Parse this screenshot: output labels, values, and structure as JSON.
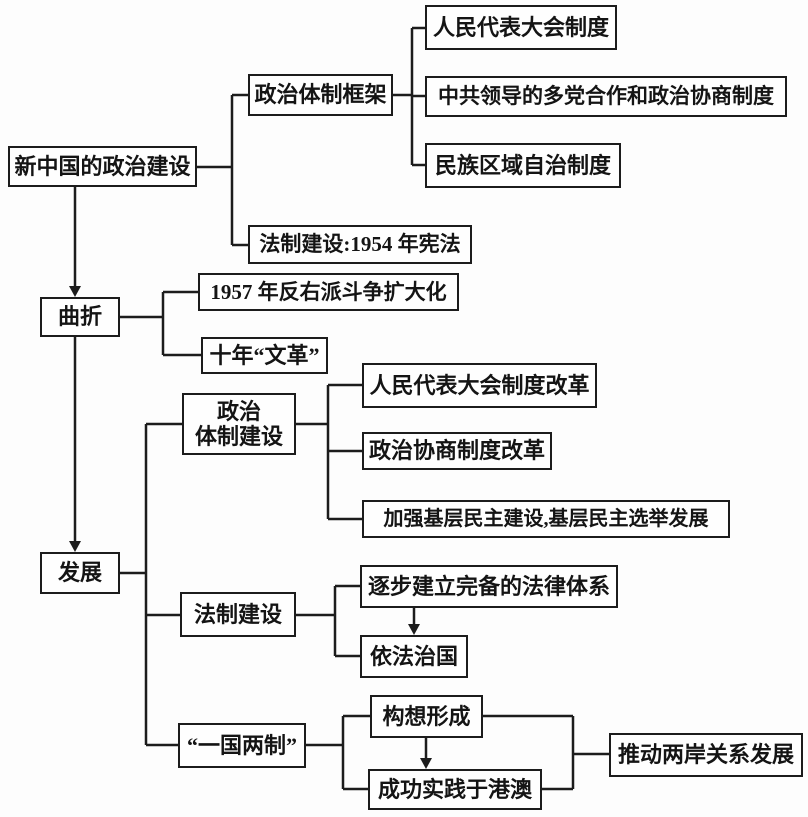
{
  "diagram_type": "flowchart-knowledge-map",
  "colors": {
    "line": "#1c1c1c",
    "box_border": "#1c1c1c",
    "box_fill": "#fefefe",
    "text": "#141414",
    "background": "#fdfdfd"
  },
  "nodes": {
    "root": {
      "label": "新中国的政治建设"
    },
    "framework": {
      "label": "政治体制框架"
    },
    "npc_system": {
      "label": "人民代表大会制度"
    },
    "multiparty": {
      "label": "中共领导的多党合作和政治协商制度"
    },
    "ethnic_autonomy": {
      "label": "民族区域自治制度"
    },
    "legal_1954": {
      "label": "法制建设:1954 年宪法"
    },
    "twists": {
      "label": "曲折"
    },
    "anti_rightist": {
      "label": "1957 年反右派斗争扩大化"
    },
    "cultural_revolution": {
      "label": "十年“文革”"
    },
    "development": {
      "label": "发展"
    },
    "political_system_dev": {
      "line1": "政治",
      "line2": "体制建设"
    },
    "npc_reform": {
      "label": "人民代表大会制度改革"
    },
    "cppcc_reform": {
      "label": "政治协商制度改革"
    },
    "grassroots_democracy": {
      "label": "加强基层民主建设,基层民主选举发展"
    },
    "legal_dev": {
      "label": "法制建设"
    },
    "legal_system": {
      "label": "逐步建立完备的法律体系"
    },
    "rule_of_law": {
      "label": "依法治国"
    },
    "one_country_two_systems": {
      "label": "“一国两制”"
    },
    "concept_formed": {
      "label": "构想形成"
    },
    "practice_hk_macau": {
      "label": "成功实践于港澳"
    },
    "cross_strait": {
      "label": "推动两岸关系发展"
    }
  },
  "edges": [
    {
      "from": "root",
      "to": "framework"
    },
    {
      "from": "root",
      "to": "legal_1954"
    },
    {
      "from": "framework",
      "to": "npc_system"
    },
    {
      "from": "framework",
      "to": "multiparty"
    },
    {
      "from": "framework",
      "to": "ethnic_autonomy"
    },
    {
      "from": "root",
      "to": "twists",
      "style": "arrow"
    },
    {
      "from": "twists",
      "to": "anti_rightist"
    },
    {
      "from": "twists",
      "to": "cultural_revolution"
    },
    {
      "from": "twists",
      "to": "development",
      "style": "arrow"
    },
    {
      "from": "development",
      "to": "political_system_dev"
    },
    {
      "from": "development",
      "to": "legal_dev"
    },
    {
      "from": "development",
      "to": "one_country_two_systems"
    },
    {
      "from": "political_system_dev",
      "to": "npc_reform"
    },
    {
      "from": "political_system_dev",
      "to": "cppcc_reform"
    },
    {
      "from": "political_system_dev",
      "to": "grassroots_democracy"
    },
    {
      "from": "legal_dev",
      "to": "legal_system"
    },
    {
      "from": "legal_dev",
      "to": "rule_of_law"
    },
    {
      "from": "legal_system",
      "to": "rule_of_law",
      "style": "arrow"
    },
    {
      "from": "one_country_two_systems",
      "to": "concept_formed"
    },
    {
      "from": "one_country_two_systems",
      "to": "practice_hk_macau"
    },
    {
      "from": "concept_formed",
      "to": "practice_hk_macau",
      "style": "arrow"
    },
    {
      "from": "concept_formed",
      "to": "cross_strait"
    },
    {
      "from": "practice_hk_macau",
      "to": "cross_strait"
    }
  ]
}
